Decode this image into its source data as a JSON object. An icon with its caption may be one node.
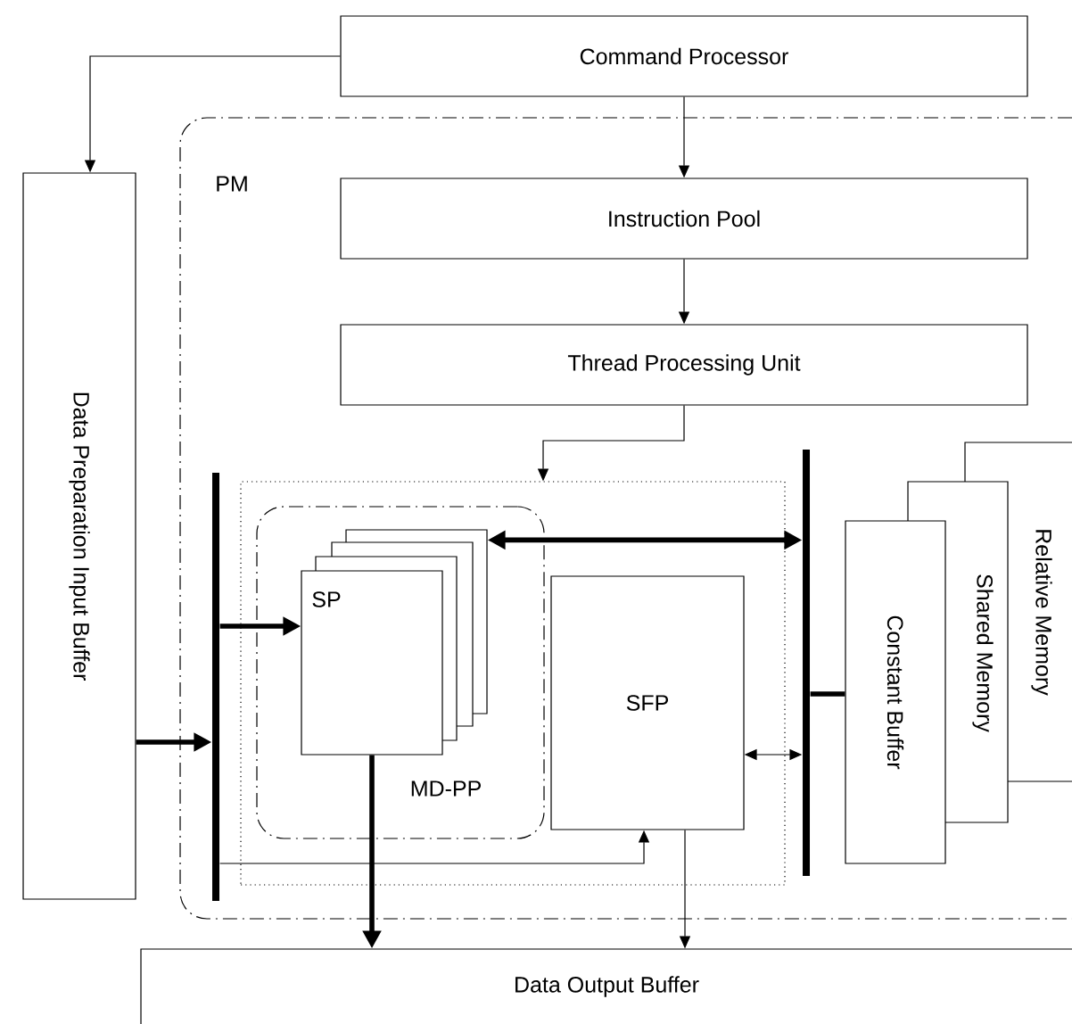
{
  "diagram": {
    "nodes": [
      {
        "text": [
          "Command Processor"
        ]
      },
      {
        "text": [
          "Data Preparation Input Buffer"
        ]
      },
      {
        "text": [
          "PM"
        ]
      },
      {
        "text": [
          "Instruction Pool"
        ],
        "in": 2
      },
      {
        "text": [
          "Thread Processing Unit"
        ],
        "in": 2
      },
      {
        "text": [],
        "shape": "box",
        "in": 2
      },
      {
        "text": [
          "MD-PP"
        ],
        "in": 5
      },
      {
        "text": [
          "SP"
        ],
        "in": 6
      },
      {
        "text": [
          "SFP"
        ],
        "in": 5
      },
      {
        "text": [],
        "shape": "bar",
        "in": 2
      },
      {
        "text": [],
        "shape": "bar",
        "in": 2
      },
      {
        "text": [
          "Constant Buffer"
        ],
        "in": 2
      },
      {
        "text": [
          "Shared Memory"
        ],
        "in": 2
      },
      {
        "text": [
          "Relative Memory"
        ],
        "in": 2
      },
      {
        "text": [
          "Data Output Buffer"
        ]
      }
    ],
    "edges": [
      {
        "from": 0,
        "to": 1,
        "arrow": "to"
      },
      {
        "from": 0,
        "to": 3,
        "arrow": "to"
      },
      {
        "from": 3,
        "to": 4,
        "arrow": "to"
      },
      {
        "from": 4,
        "to": 5,
        "arrow": "to"
      },
      {
        "from": 1,
        "to": 9,
        "arrow": "to",
        "style": "thick"
      },
      {
        "from": 9,
        "to": 7,
        "arrow": "to",
        "style": "thick"
      },
      {
        "from": 7,
        "to": 10,
        "arrow": "both",
        "style": "thick"
      },
      {
        "from": 8,
        "to": 10,
        "arrow": "both"
      },
      {
        "from": 9,
        "to": 8,
        "arrow": "to"
      },
      {
        "from": 7,
        "to": 14,
        "arrow": "to",
        "style": "thick"
      },
      {
        "from": 8,
        "to": 14,
        "arrow": "to"
      },
      {
        "from": 11,
        "to": 10,
        "arrow": "none",
        "style": "thick"
      }
    ]
  }
}
